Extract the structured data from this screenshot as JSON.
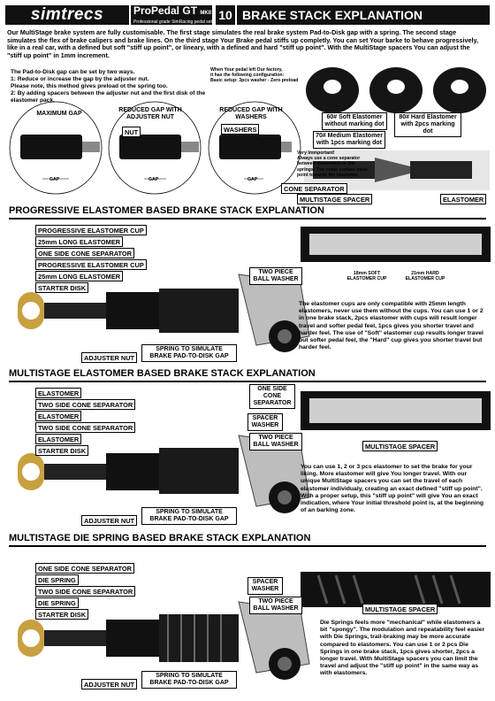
{
  "header": {
    "logo": "simtrecs",
    "product": "ProPedal GT",
    "product_badge": "MKII",
    "tagline": "Professional grade SimRacing pedal set",
    "page_number": "10",
    "page_title": "BRAKE STACK EXPLANATION"
  },
  "intro": "Our MultiStage brake system are fully customisable. The first stage simulates the real brake system Pad-to-Disk gap with a spring. The second stage simulates the flex of brake calipers and brake lines. On the third stage Your Brake pedal stiffs up completly. You can set Your barke to behave progressively, like in a real car, with a defined but soft \"stiff up point\", or lineary, with a defined and hard \"stiff up point\". With the MultiStage spacers You can adjust the \"stiff up point\" in 1mm increment.",
  "gap_text": [
    "The Pad-to-Disk gap can be set by two ways.",
    "1: Reduce or increase the gap by the adjuster nut.",
    "Please note, this method gives preload ot the spring too.",
    "2: By adding spacers between the adjuster nut and the first disk of the elastomer pack."
  ],
  "factory_note": [
    "When Your pedal left Our factory,",
    "it has the following configuration:",
    "Basic setup: 3pcs washer - Zero preload"
  ],
  "gap_diagrams": [
    {
      "title": "MAXIMUM GAP",
      "gap": "GAP"
    },
    {
      "title": "REDUCED GAP WITH ADJUSTER NUT",
      "gap": "GAP",
      "callout": "NUT"
    },
    {
      "title": "REDUCED GAP WITH WASHERS",
      "gap": "GAP",
      "callout": "WASHERS"
    }
  ],
  "elastomers": {
    "soft": "60# Soft Elastomer without marking dot",
    "hard": "80# Hard Elastomer with 2pcs marking dot",
    "medium": "70# Medium Elastomer with 1pcs marking dot"
  },
  "important": [
    "Very Immportant!",
    "Always use a cone separator",
    "between elastomers or Die",
    "springs! The conic surface must",
    "point towards the elastomer."
  ],
  "cone_labels": {
    "cone_separator": "CONE SEPARATOR",
    "multistage_spacer": "MULTISTAGE SPACER",
    "elastomer": "ELASTOMER"
  },
  "section1": {
    "title": "PROGRESSIVE ELASTOMER BASED BRAKE STACK EXPLANATION",
    "labels": [
      "PROGRESSIVE ELASTOMER CUP",
      "25mm LONG ELASTOMER",
      "ONE SIDE CONE SEPARATOR",
      "PROGRESSIVE ELASTOMER CUP",
      "25mm LONG ELASTOMER",
      "STARTER DISK"
    ],
    "adjuster": "ADJUSTER NUT",
    "spring": "SPRING TO SIMULATE BRAKE PAD-TO-DISK GAP",
    "washer": "TWO PIECE BALL WASHER",
    "soft_cup": "18mm SOFT ELASTOMER CUP",
    "hard_cup": "21mm HARD ELASTOMER CUP",
    "text": "The elastomer cups are only compatible with 25mm length elastomers, never use them without the cups. You can use 1 or 2 in one brake stack, 2pcs elastomer with cups will result longer travel and softer pedal feel, 1pcs gives you shorter travel and harder feel. The use of \"Soft\" elastomer cup results longer travel but softer pedal feel, the \"Hard\" cup gives you shorter travel but harder feel."
  },
  "section2": {
    "title": "MULTISTAGE ELASTOMER BASED BRAKE STACK EXPLANATION",
    "labels": [
      "ELASTOMER",
      "TWO SIDE CONE SEPARATOR",
      "ELASTOMER",
      "TWO SIDE CONE SEPARATOR",
      "ELASTOMER",
      "STARTER DISK"
    ],
    "one_side": "ONE SIDE CONE SEPARATOR",
    "spacer": "SPACER WASHER",
    "washer": "TWO PIECE BALL WASHER",
    "multistage": "MULTISTAGE SPACER",
    "adjuster": "ADJUSTER NUT",
    "spring": "SPRING TO SIMULATE BRAKE PAD-TO-DISK GAP",
    "text": "You can use 1, 2 or 3 pcs elastomer to set the brake for your liking. More elastomer will give You longer travel. With our unique MultiStage spacers you can set the travel of each elastomer individualy, creating an exact defined \"stiff up point\". With a proper setup, this \"stiff up point\" will give You an exact indication, where Your initial threshold point is, at the beginning of an barking zone."
  },
  "section3": {
    "title": "MULTISTAGE DIE SPRING BASED BRAKE STACK EXPLANATION",
    "labels": [
      "ONE SIDE CONE SEPARATOR",
      "DIE SPRING",
      "TWO SIDE CONE SEPARATOR",
      "DIE SPRING",
      "STARTER DISK"
    ],
    "spacer": "SPACER WASHER",
    "washer": "TWO PIECE BALL WASHER",
    "multistage": "MULTISTAGE SPACER",
    "adjuster": "ADJUSTER NUT",
    "spring": "SPRING TO SIMULATE BRAKE PAD-TO-DISK GAP",
    "text": "Die Springs feels more \"mechanical\" while elastomers a bit \"spongy\". The modulation and repeatability feel easier with Die Springs, trail-braking may be more accurate compared to elastomers. You can use 1 or 2 pcs Die Springs in one brake stack, 1pcs gives shorter, 2pcs a longer travel. With MultiStage spacers you can limit the travel and adjust the \"stiff up point\" in the same way as with elastomers."
  },
  "colors": {
    "dark": "#111111",
    "gold": "#c8a040",
    "grey": "#8c8c8c",
    "light": "#d9d9d9"
  }
}
